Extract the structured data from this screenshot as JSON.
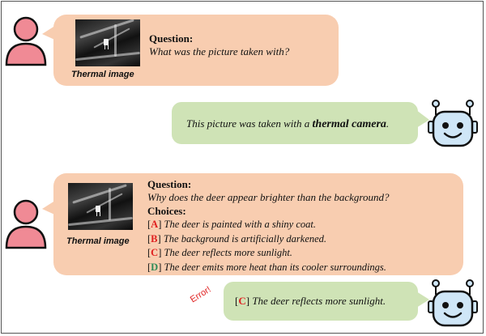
{
  "colors": {
    "user_bubble": "#f8cdb0",
    "bot_bubble": "#cfe3b6",
    "user_icon": "#f08a95",
    "robot_icon": "#cfe6f7",
    "red_letter": "#e02020",
    "green_letter": "#2e8b57"
  },
  "example1": {
    "image_label": "Thermal image",
    "question_heading": "Question:",
    "question": "What was the picture taken with?",
    "answer_pre": "This picture was taken with a ",
    "answer_bold": "thermal camera",
    "answer_post": "."
  },
  "example2": {
    "image_label": "Thermal image",
    "question_heading": "Question:",
    "question": "Why does the deer appear brighter than the background?",
    "choices_heading": "Choices:",
    "choices": [
      {
        "letter": "A",
        "text": "The deer is painted with a shiny coat.",
        "color": "#e02020"
      },
      {
        "letter": "B",
        "text": "The background is artificially darkened.",
        "color": "#e02020"
      },
      {
        "letter": "C",
        "text": "The deer reflects more sunlight.",
        "color": "#e02020"
      },
      {
        "letter": "D",
        "text": "The deer emits more heat than its cooler surroundings.",
        "color": "#2e8b57"
      }
    ],
    "error_label": "Error!",
    "answer_letter": "C",
    "answer_text": "The deer reflects more sunlight."
  }
}
